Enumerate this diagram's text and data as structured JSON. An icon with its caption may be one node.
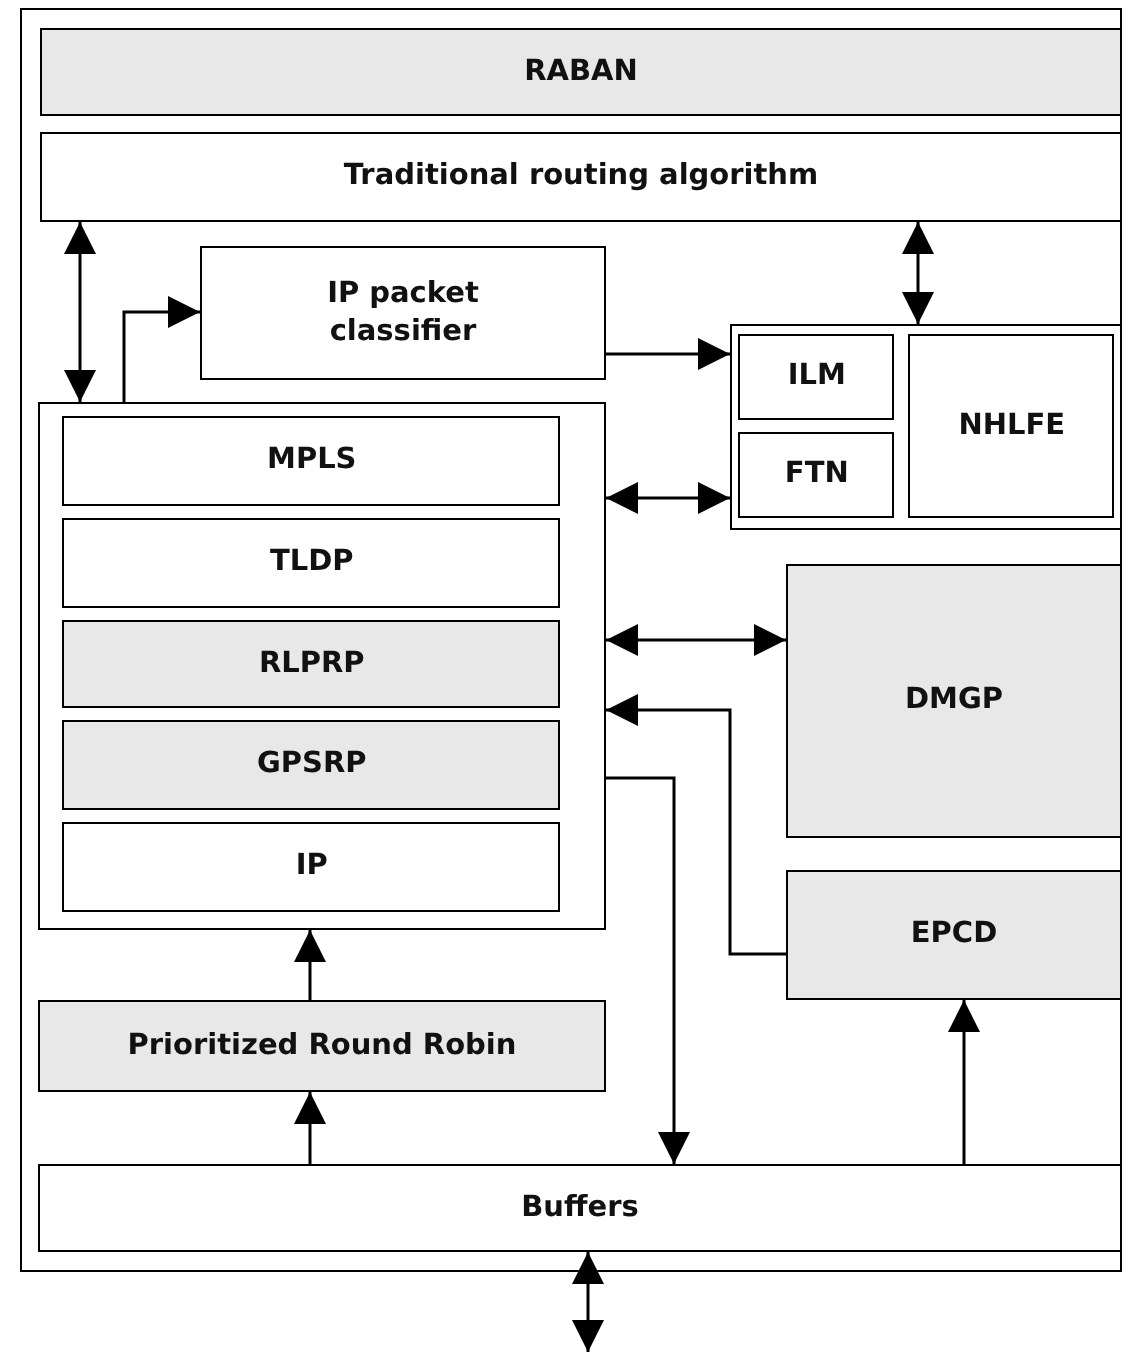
{
  "diagram": {
    "nodes": [
      {
        "text": [
          "RABAN"
        ]
      },
      {
        "text": [
          "Traditional routing algorithm"
        ]
      },
      {
        "text": [
          "IP packet classifier"
        ]
      },
      {
        "text": [],
        "shape": "box"
      },
      {
        "text": [
          "MPLS"
        ],
        "in": 3
      },
      {
        "text": [
          "TLDP"
        ],
        "in": 3
      },
      {
        "text": [
          "RLPRP"
        ],
        "in": 3
      },
      {
        "text": [
          "GPSRP"
        ],
        "in": 3
      },
      {
        "text": [
          "IP"
        ],
        "in": 3
      },
      {
        "text": [],
        "shape": "box"
      },
      {
        "text": [
          "ILM"
        ],
        "in": 9
      },
      {
        "text": [
          "FTN"
        ],
        "in": 9
      },
      {
        "text": [
          "NHLFE"
        ],
        "in": 9
      },
      {
        "text": [
          "DMGP"
        ]
      },
      {
        "text": [
          "EPCD"
        ]
      },
      {
        "text": [
          "Prioritized Round Robin"
        ]
      },
      {
        "text": [
          "Buffers"
        ]
      }
    ],
    "edges": [
      {
        "from": 1,
        "to": 3,
        "arrow": "both"
      },
      {
        "from": 3,
        "to": 2,
        "arrow": "to"
      },
      {
        "from": 2,
        "to": 9,
        "arrow": "to"
      },
      {
        "from": 1,
        "to": 9,
        "arrow": "both"
      },
      {
        "from": 3,
        "to": 9,
        "arrow": "both"
      },
      {
        "from": 3,
        "to": 13,
        "arrow": "both"
      },
      {
        "from": 14,
        "to": 3,
        "arrow": "to"
      },
      {
        "from": 3,
        "to": 16,
        "arrow": "to"
      },
      {
        "from": 16,
        "to": 14,
        "arrow": "to"
      },
      {
        "from": 16,
        "to": 15,
        "arrow": "to"
      },
      {
        "from": 15,
        "to": 3,
        "arrow": "to"
      },
      {
        "from": 16,
        "to": null,
        "arrow": "both"
      }
    ]
  }
}
